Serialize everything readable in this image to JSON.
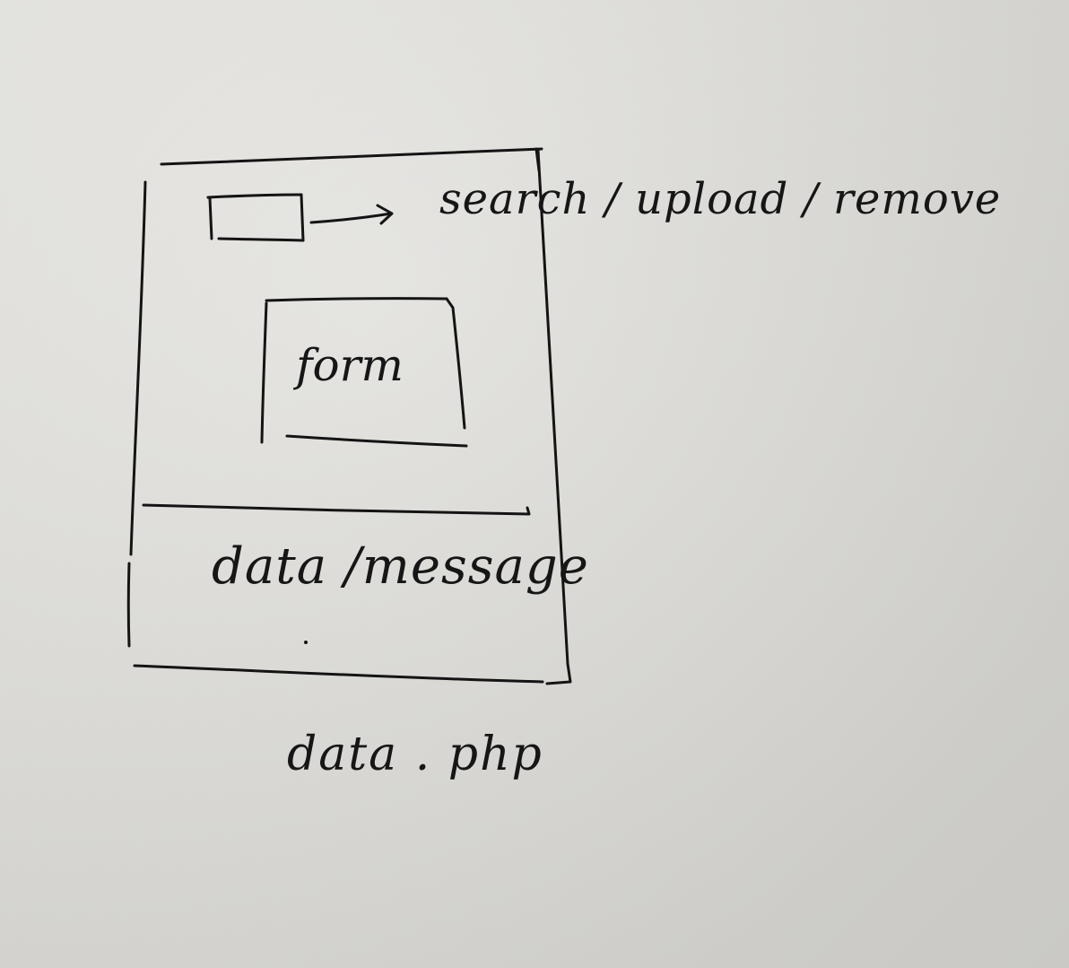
{
  "sketch": {
    "top_element_annotation": "search / upload / remove",
    "form_label": "form",
    "data_section_label": "data /message",
    "file_caption": "data . php"
  },
  "colors": {
    "paper": "#dedddA",
    "ink": "#141414"
  }
}
